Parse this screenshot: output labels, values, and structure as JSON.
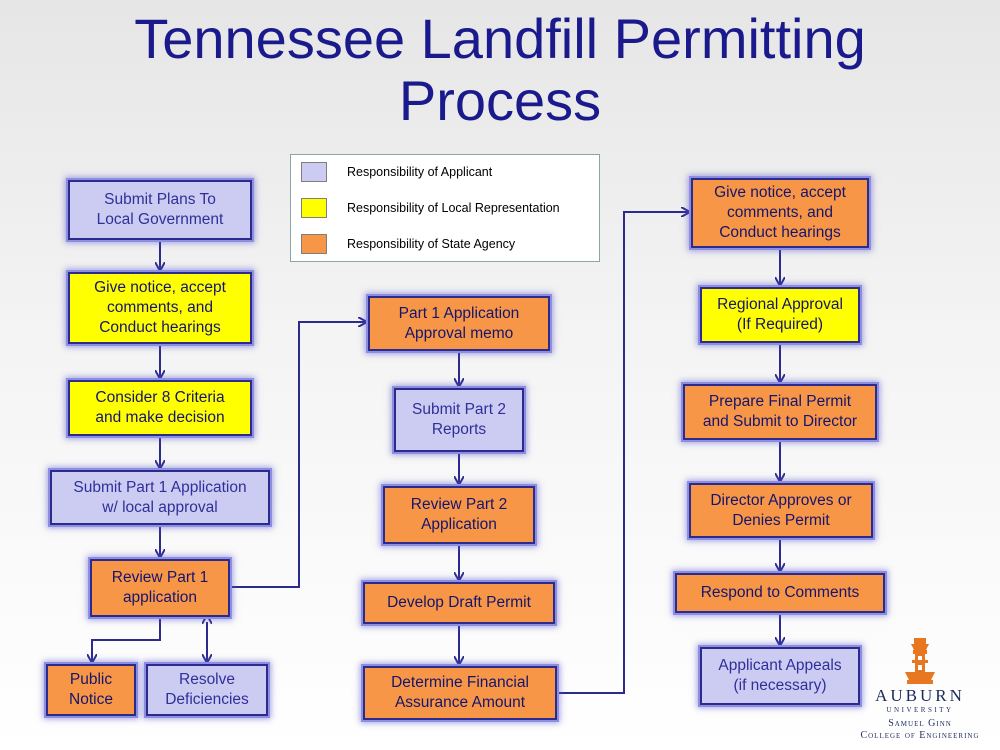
{
  "title": {
    "line1": "Tennessee Landfill Permitting",
    "line2": "Process"
  },
  "legend": [
    {
      "label": "Responsibility of Applicant",
      "color": "#ccccf2"
    },
    {
      "label": "Responsibility of Local Representation",
      "color": "#ffff00"
    },
    {
      "label": "Responsibility of State Agency",
      "color": "#f79646"
    }
  ],
  "colors": {
    "applicant": "#ccccf2",
    "local": "#ffff00",
    "state": "#f79646",
    "arrow": "#2b2b8f",
    "title": "#1a1a8c"
  },
  "steps": {
    "submit_plans": "Submit Plans To\nLocal Government",
    "local_notice": "Give notice, accept\ncomments, and\nConduct hearings",
    "consider_criteria": "Consider 8 Criteria\nand make decision",
    "submit_part1": "Submit Part 1 Application\nw/ local approval",
    "review_part1": "Review Part 1\napplication",
    "public_notice": "Public\nNotice",
    "resolve_deficiencies": "Resolve\nDeficiencies",
    "part1_memo": "Part 1 Application\nApproval memo",
    "submit_part2": "Submit Part 2\nReports",
    "review_part2": "Review Part 2\nApplication",
    "draft_permit": "Develop Draft Permit",
    "financial_assurance": "Determine Financial\nAssurance Amount",
    "state_notice": "Give notice, accept\ncomments, and\nConduct hearings",
    "regional_approval": "Regional Approval\n(If Required)",
    "final_permit": "Prepare Final Permit\nand Submit to Director",
    "director_decision": "Director Approves or\nDenies Permit",
    "respond_comments": "Respond to Comments",
    "applicant_appeals": "Applicant Appeals\n(if necessary)"
  },
  "logo": {
    "name": "AUBURN",
    "university": "UNIVERSITY",
    "college_line1": "Samuel Ginn",
    "college_line2": "College of Engineering"
  }
}
